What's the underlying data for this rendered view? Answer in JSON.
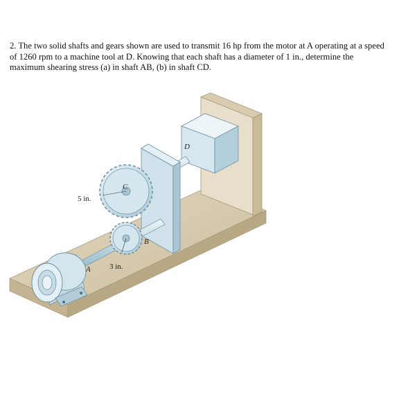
{
  "problem": {
    "text": "2.  The two solid shafts and gears shown are used to transmit 16 hp from the motor at A operating at a speed of 1260 rpm to a machine tool at D. Knowing that each shaft has a diameter of 1 in., determine the maximum shearing stress (a) in shaft AB, (b) in shaft CD."
  },
  "figure": {
    "labels": {
      "point_a": "A",
      "point_b": "B",
      "point_c": "C",
      "point_d": "D",
      "gear_c_radius": "5 in.",
      "gear_b_radius": "3 in."
    },
    "colors": {
      "base_top": "#d9cdb4",
      "base_front": "#c7b894",
      "wall": "#e6dcc6",
      "wall_side": "#cfc2a3",
      "steel_light": "#d8e9f1",
      "steel_mid": "#b9d3e0",
      "steel_dark": "#8fb2c3",
      "outline": "#5f7f8f"
    }
  }
}
